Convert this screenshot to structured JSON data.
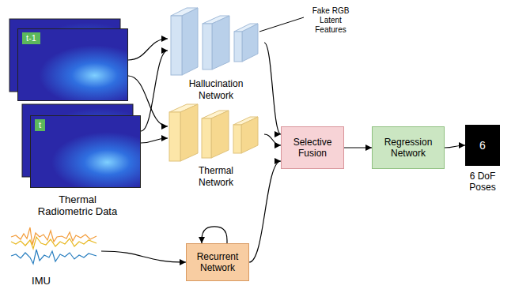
{
  "diagram": {
    "nodes": [
      {
        "text": [
          "Thermal Radiometric Data"
        ]
      },
      {
        "text": [
          "t-1"
        ],
        "in": 0
      },
      {
        "text": [
          "t"
        ],
        "in": 0
      },
      {
        "text": [
          "Hallucination Network"
        ]
      },
      {
        "text": [
          "Thermal Network"
        ]
      },
      {
        "text": [
          "IMU"
        ]
      },
      {
        "text": [
          "Recurrent Network"
        ]
      },
      {
        "text": [
          "Selective Fusion"
        ]
      },
      {
        "text": [
          "Regression Network"
        ]
      },
      {
        "text": [
          "6",
          "6 DoF Poses"
        ]
      }
    ],
    "edges": [
      {
        "from": 1,
        "to": 3,
        "arrow": "to"
      },
      {
        "from": 1,
        "to": 4,
        "arrow": "to"
      },
      {
        "from": 2,
        "to": 3,
        "arrow": "to"
      },
      {
        "from": 2,
        "to": 4,
        "arrow": "to"
      },
      {
        "from": 3,
        "to": 7,
        "arrow": "to"
      },
      {
        "from": 4,
        "to": 7,
        "arrow": "to"
      },
      {
        "from": 5,
        "to": 6,
        "arrow": "to"
      },
      {
        "from": 6,
        "to": 6,
        "arrow": "to"
      },
      {
        "from": 6,
        "to": 7,
        "arrow": "to"
      },
      {
        "from": 7,
        "to": 8,
        "arrow": "to"
      },
      {
        "from": 8,
        "to": 9,
        "arrow": "to"
      }
    ],
    "labels": [
      "Fake RGB Latent Features"
    ]
  }
}
